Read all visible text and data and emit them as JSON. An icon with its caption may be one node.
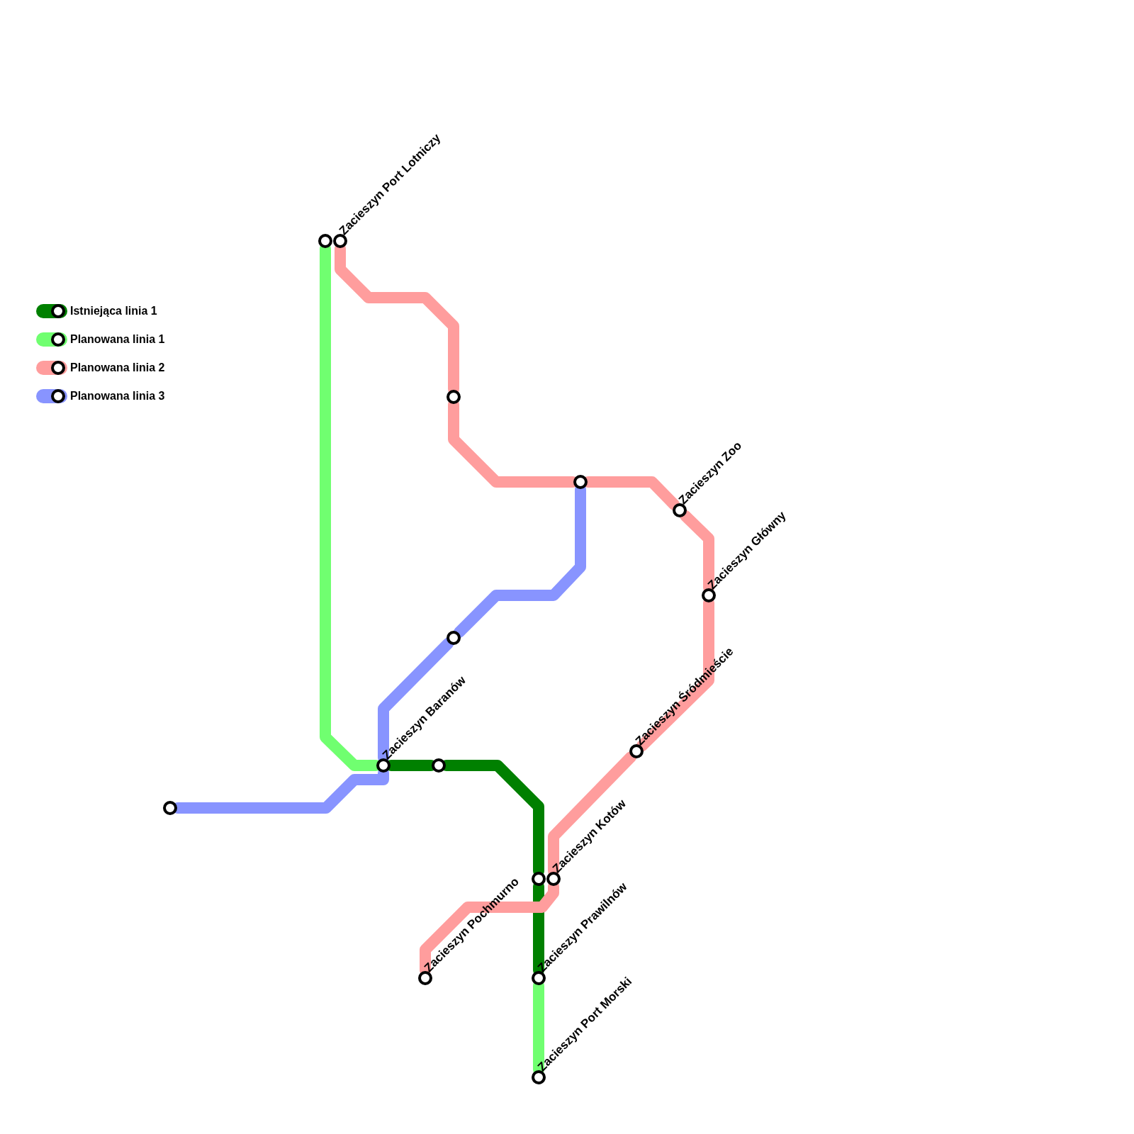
{
  "diagram": {
    "nodes": [
      {
        "text": [],
        "shape": "circle"
      },
      {
        "text": [],
        "shape": "circle",
        "beside": [
          "Zacieszyn Port Lotniczy"
        ]
      },
      {
        "text": [],
        "shape": "circle"
      },
      {
        "text": [],
        "shape": "circle"
      },
      {
        "text": [],
        "shape": "circle",
        "beside": [
          "Zacieszyn Zoo"
        ]
      },
      {
        "text": [],
        "shape": "circle",
        "beside": [
          "Zacieszyn Główny"
        ]
      },
      {
        "text": [],
        "shape": "circle"
      },
      {
        "text": [],
        "shape": "circle",
        "beside": [
          "Zacieszyn Śródmieście"
        ]
      },
      {
        "text": [],
        "shape": "circle",
        "beside": [
          "Zacieszyn Baranów"
        ]
      },
      {
        "text": [],
        "shape": "circle"
      },
      {
        "text": [],
        "shape": "circle"
      },
      {
        "text": [],
        "shape": "circle"
      },
      {
        "text": [],
        "shape": "circle",
        "beside": [
          "Zacieszyn Kotów"
        ]
      },
      {
        "text": [],
        "shape": "circle",
        "beside": [
          "Zacieszyn Pochmurno"
        ]
      },
      {
        "text": [],
        "shape": "circle",
        "beside": [
          "Zacieszyn Prawilnów"
        ]
      },
      {
        "text": [],
        "shape": "circle",
        "beside": [
          "Zacieszyn Port Morski"
        ]
      }
    ],
    "edges": [
      {
        "from": 0,
        "to": 8,
        "arrow": "none",
        "color": "#70ff70"
      },
      {
        "from": 8,
        "to": 9,
        "arrow": "none",
        "color": "#008000"
      },
      {
        "from": 9,
        "to": 11,
        "arrow": "none",
        "color": "#008000"
      },
      {
        "from": 11,
        "to": 14,
        "arrow": "none",
        "color": "#008000"
      },
      {
        "from": 14,
        "to": 15,
        "arrow": "none",
        "color": "#70ff70"
      },
      {
        "from": 1,
        "to": 2,
        "arrow": "none",
        "color": "#ff9d9d"
      },
      {
        "from": 2,
        "to": 3,
        "arrow": "none",
        "color": "#ff9d9d"
      },
      {
        "from": 3,
        "to": 4,
        "arrow": "none",
        "color": "#ff9d9d"
      },
      {
        "from": 4,
        "to": 5,
        "arrow": "none",
        "color": "#ff9d9d"
      },
      {
        "from": 5,
        "to": 7,
        "arrow": "none",
        "color": "#ff9d9d"
      },
      {
        "from": 7,
        "to": 12,
        "arrow": "none",
        "color": "#ff9d9d"
      },
      {
        "from": 12,
        "to": 13,
        "arrow": "none",
        "color": "#ff9d9d"
      },
      {
        "from": 3,
        "to": 6,
        "arrow": "none",
        "color": "#8894ff"
      },
      {
        "from": 6,
        "to": 8,
        "arrow": "none",
        "color": "#8894ff"
      },
      {
        "from": 8,
        "to": 10,
        "arrow": "none",
        "color": "#8894ff"
      }
    ],
    "legend": [
      {
        "text": "Istniejąca linia 1",
        "color": "#008000"
      },
      {
        "text": "Planowana linia 1",
        "color": "#70ff70"
      },
      {
        "text": "Planowana linia 2",
        "color": "#ff9d9d"
      },
      {
        "text": "Planowana linia 3",
        "color": "#8894ff"
      }
    ]
  }
}
